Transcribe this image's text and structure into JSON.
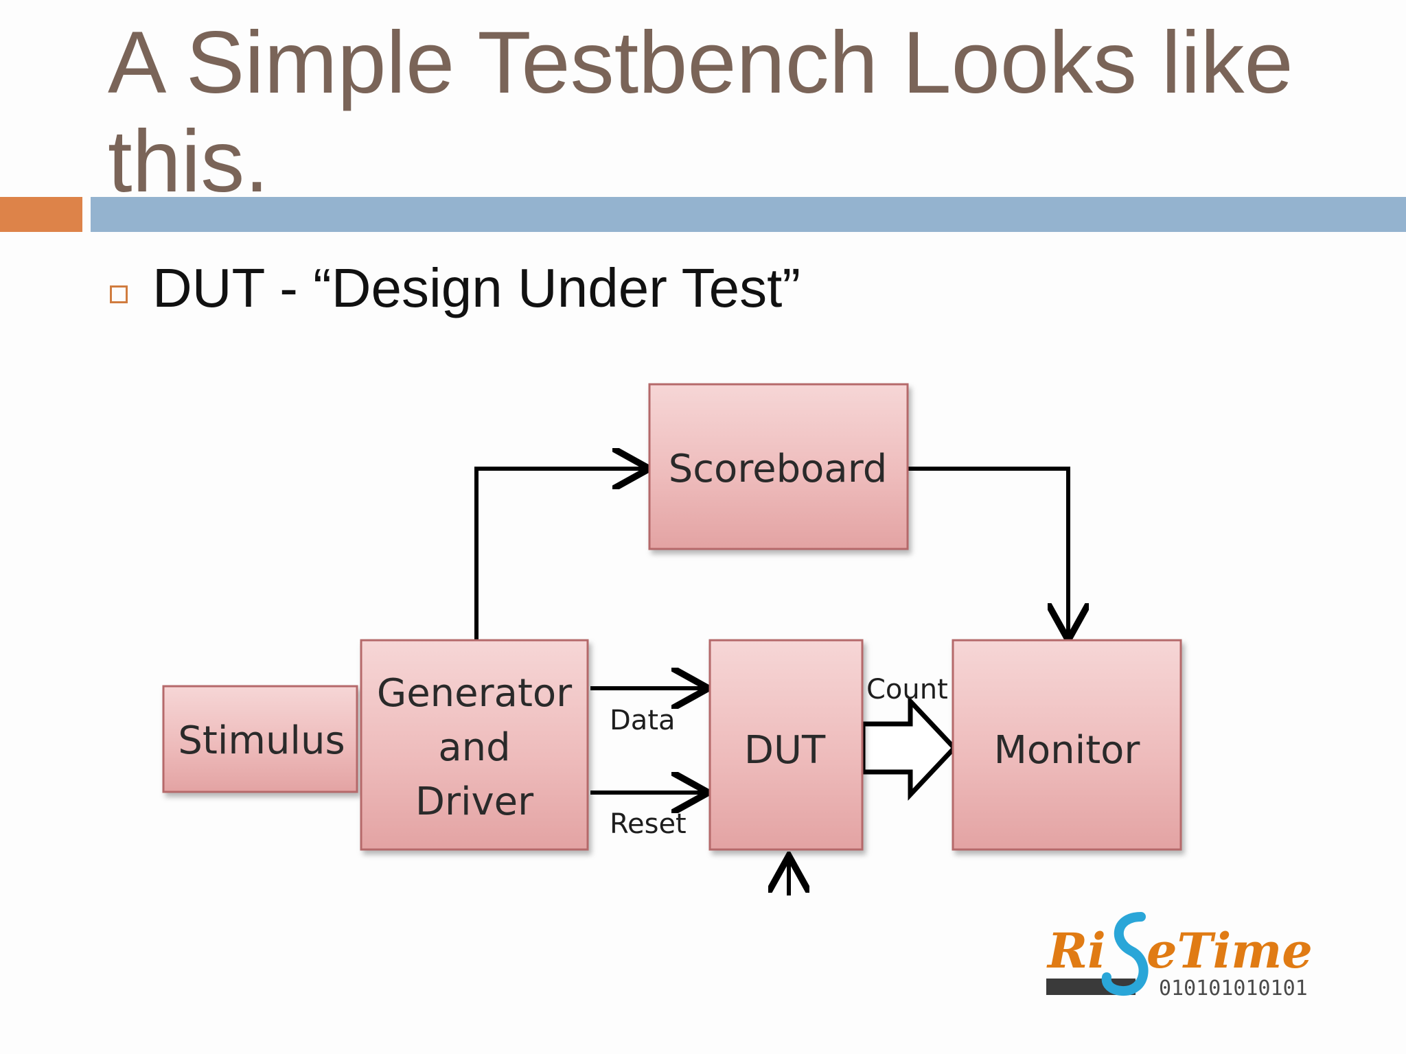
{
  "slide": {
    "title": "A Simple Testbench Looks like this.",
    "bullet": "DUT - “Design Under Test”"
  },
  "diagram": {
    "boxes": {
      "scoreboard": "Scoreboard",
      "stimulus": "Stimulus",
      "generator_line1": "Generator",
      "generator_line2": "and",
      "generator_line3": "Driver",
      "dut": "DUT",
      "monitor": "Monitor"
    },
    "edges": {
      "data": "Data",
      "reset": "Reset",
      "count": "Count"
    }
  },
  "logo": {
    "word_left": "Ri",
    "word_right": "eTime",
    "binary": "010101010101"
  },
  "colors": {
    "title": "#7a6458",
    "accent_orange": "#dd8349",
    "accent_blue": "#94b3cf",
    "box_fill_top": "#f1c7c7",
    "box_fill_bottom": "#e6a9a9",
    "box_border": "#b06060",
    "logo_orange": "#e07b14",
    "logo_blue": "#2aa6d8"
  }
}
